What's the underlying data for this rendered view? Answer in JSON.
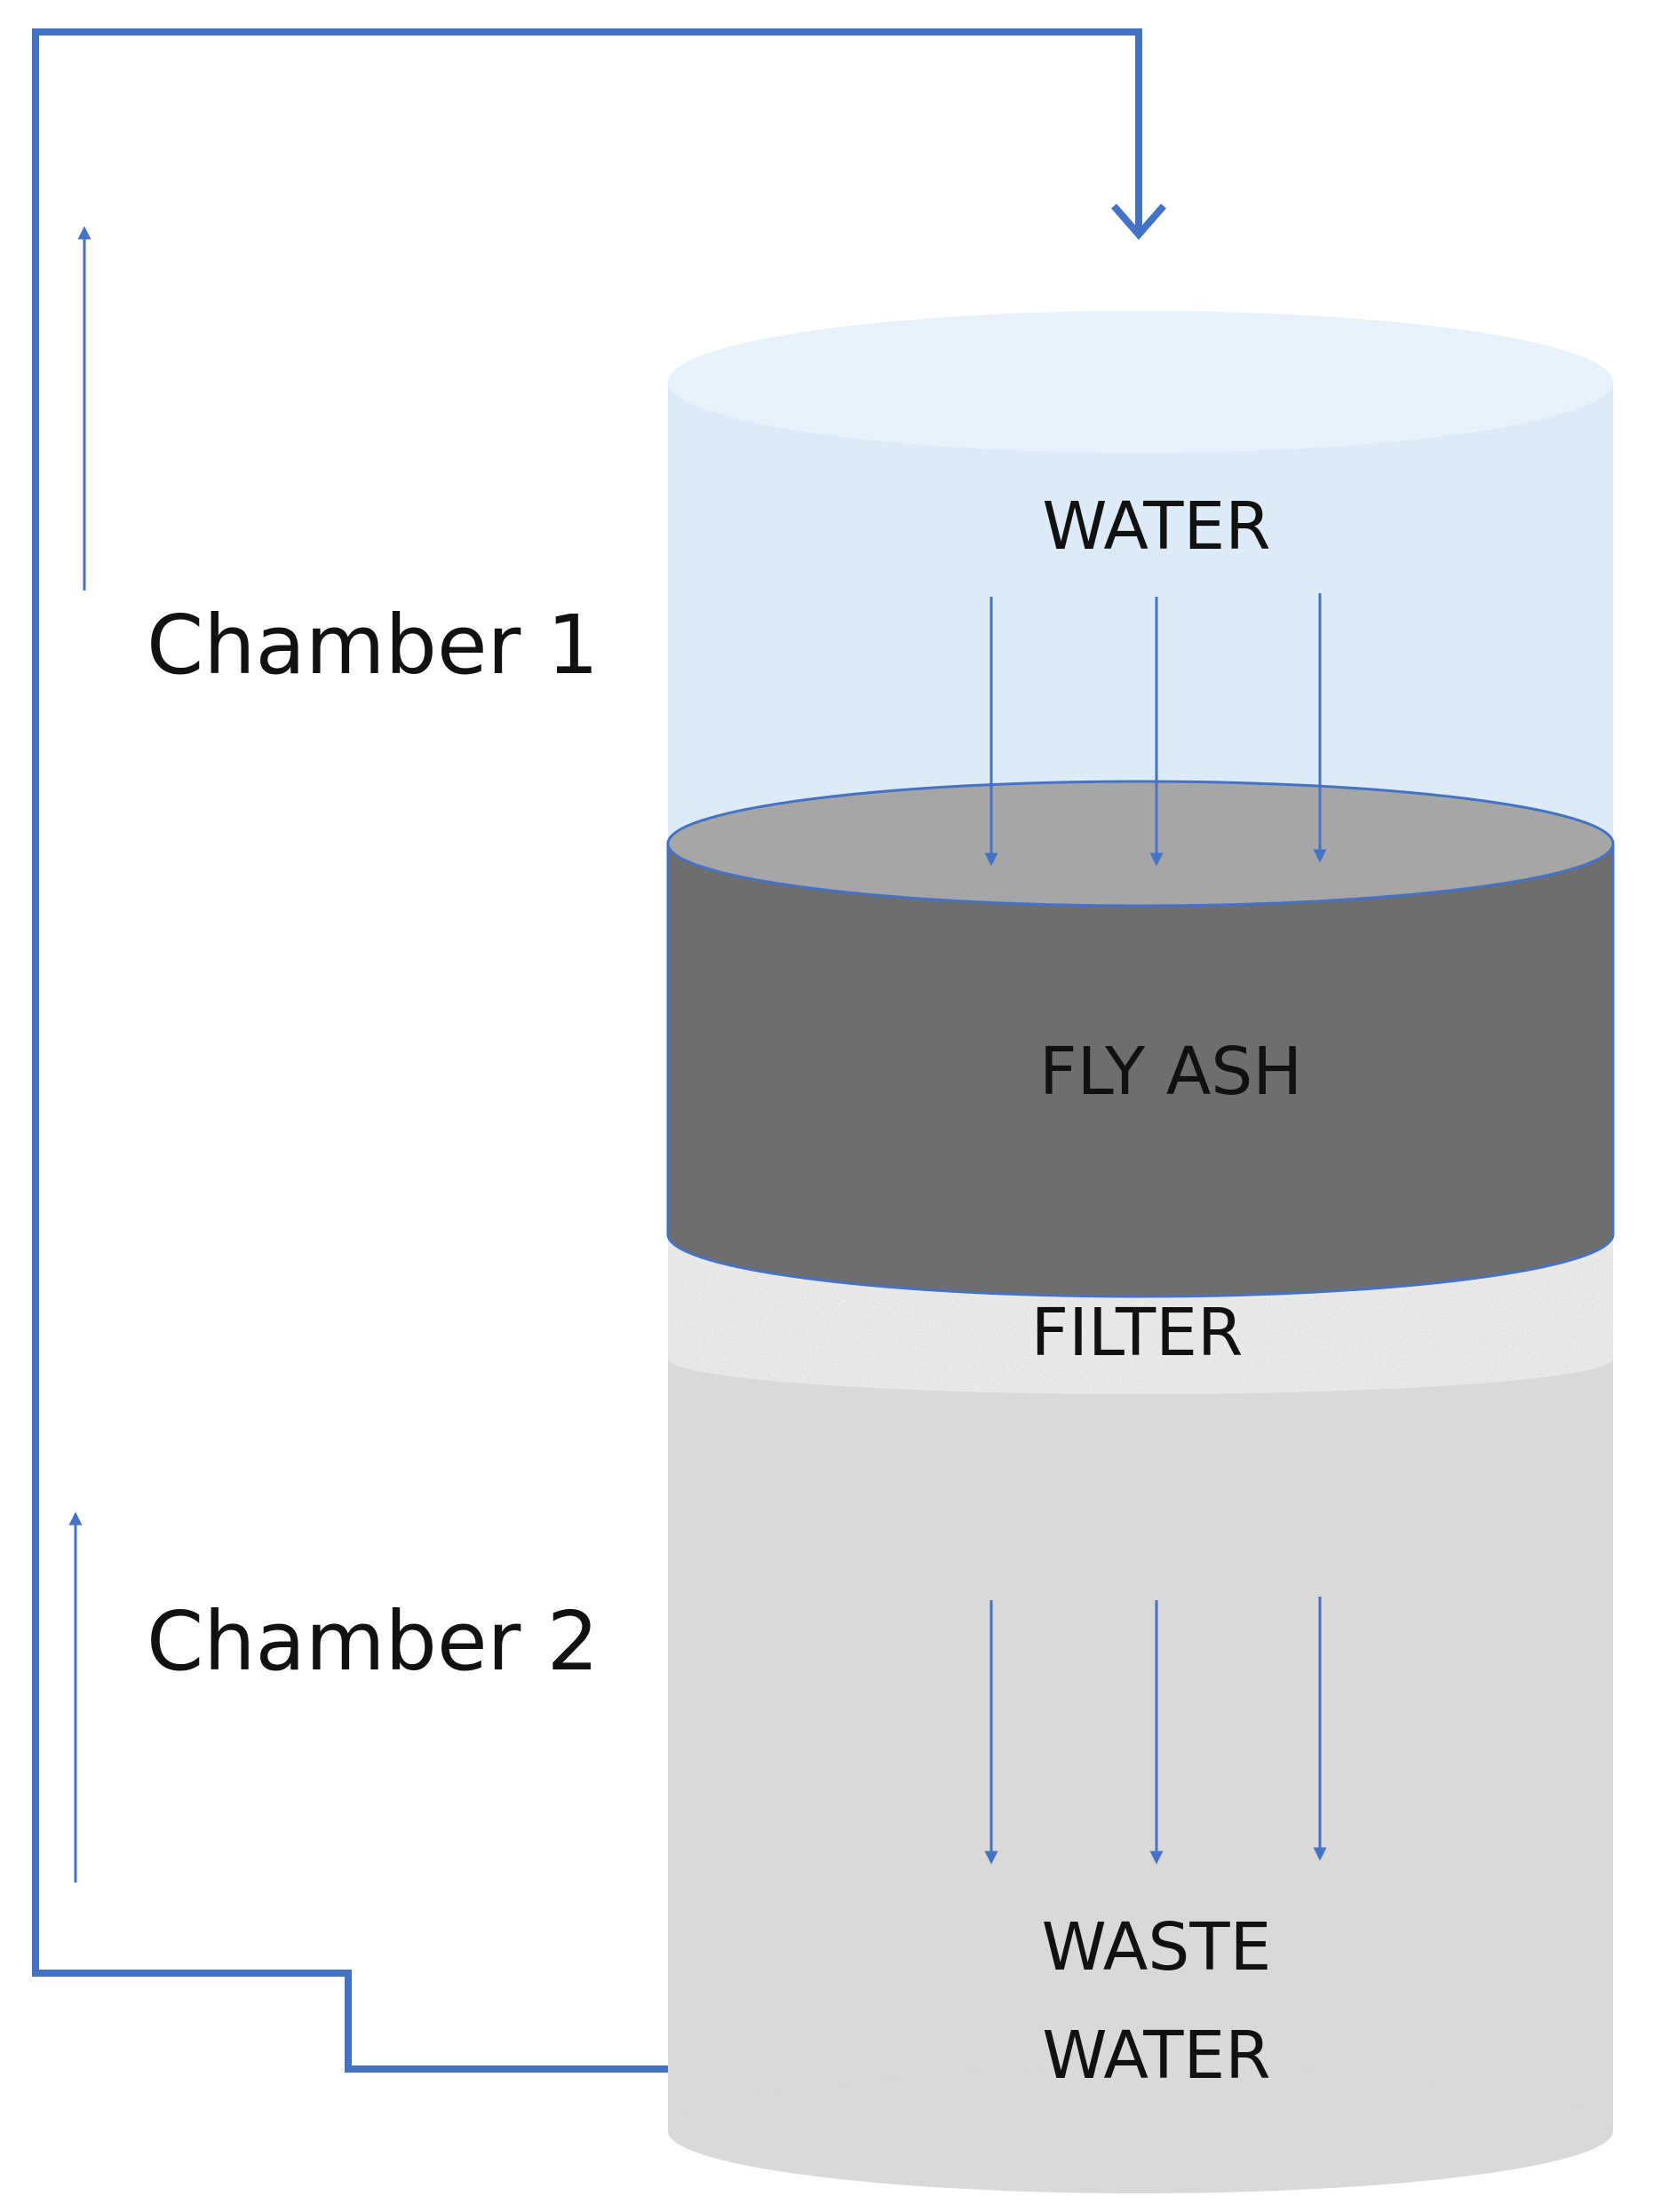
{
  "labels": {
    "chamber1": "Chamber 1",
    "chamber2": "Chamber 2",
    "water": "WATER",
    "fly_ash": "FLY ASH",
    "filter": "FILTER",
    "waste_line1": "WASTE",
    "waste_line2": "WATER"
  },
  "colors": {
    "pipe": "#4472c4",
    "water": "#dcebf7",
    "water_top": "#e6f1fb",
    "fly_ash_top": "#a6a6a6",
    "fly_ash_body": "#6e6e6e",
    "filter": "#ebebeb",
    "waste_water": "#d9d9d9",
    "text": "#111111"
  }
}
